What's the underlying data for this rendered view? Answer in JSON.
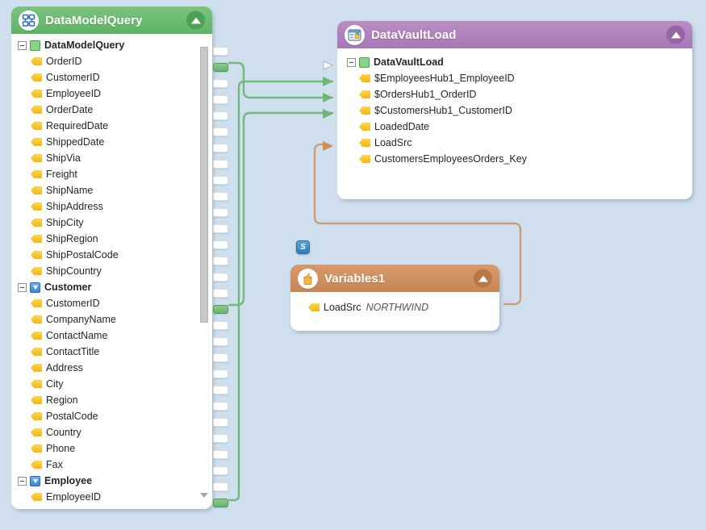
{
  "canvas": {
    "background": "#cfdfed"
  },
  "nodes": {
    "data_model_query": {
      "title": "DataModelQuery",
      "icon": "data-model-icon",
      "header_color": "#5cb464",
      "collapse_label": "collapse",
      "root": {
        "label": "DataModelQuery",
        "icon": "green-square-icon"
      },
      "items": [
        {
          "label": "OrderID",
          "level": 1,
          "type": "field",
          "connected": true
        },
        {
          "label": "CustomerID",
          "level": 1,
          "type": "field",
          "connected": false
        },
        {
          "label": "EmployeeID",
          "level": 1,
          "type": "field",
          "connected": false
        },
        {
          "label": "OrderDate",
          "level": 1,
          "type": "field",
          "connected": false
        },
        {
          "label": "RequiredDate",
          "level": 1,
          "type": "field",
          "connected": false
        },
        {
          "label": "ShippedDate",
          "level": 1,
          "type": "field",
          "connected": false
        },
        {
          "label": "ShipVia",
          "level": 1,
          "type": "field",
          "connected": false
        },
        {
          "label": "Freight",
          "level": 1,
          "type": "field",
          "connected": false
        },
        {
          "label": "ShipName",
          "level": 1,
          "type": "field",
          "connected": false
        },
        {
          "label": "ShipAddress",
          "level": 1,
          "type": "field",
          "connected": false
        },
        {
          "label": "ShipCity",
          "level": 1,
          "type": "field",
          "connected": false
        },
        {
          "label": "ShipRegion",
          "level": 1,
          "type": "field",
          "connected": false
        },
        {
          "label": "ShipPostalCode",
          "level": 1,
          "type": "field",
          "connected": false
        },
        {
          "label": "ShipCountry",
          "level": 1,
          "type": "field",
          "connected": false
        },
        {
          "label": "Customer",
          "level": 0,
          "type": "entity",
          "connected": false
        },
        {
          "label": "CustomerID",
          "level": 1,
          "type": "field",
          "connected": true
        },
        {
          "label": "CompanyName",
          "level": 1,
          "type": "field",
          "connected": false
        },
        {
          "label": "ContactName",
          "level": 1,
          "type": "field",
          "connected": false
        },
        {
          "label": "ContactTitle",
          "level": 1,
          "type": "field",
          "connected": false
        },
        {
          "label": "Address",
          "level": 1,
          "type": "field",
          "connected": false
        },
        {
          "label": "City",
          "level": 1,
          "type": "field",
          "connected": false
        },
        {
          "label": "Region",
          "level": 1,
          "type": "field",
          "connected": false
        },
        {
          "label": "PostalCode",
          "level": 1,
          "type": "field",
          "connected": false
        },
        {
          "label": "Country",
          "level": 1,
          "type": "field",
          "connected": false
        },
        {
          "label": "Phone",
          "level": 1,
          "type": "field",
          "connected": false
        },
        {
          "label": "Fax",
          "level": 1,
          "type": "field",
          "connected": false
        },
        {
          "label": "Employee",
          "level": 0,
          "type": "entity",
          "connected": false
        },
        {
          "label": "EmployeeID",
          "level": 1,
          "type": "field",
          "connected": true
        }
      ],
      "scrollbar": {
        "up_arrow": "scroll-up",
        "down_arrow": "scroll-down"
      }
    },
    "data_vault_load": {
      "title": "DataVaultLoad",
      "icon": "table-load-icon",
      "header_color": "#a878b6",
      "collapse_label": "collapse",
      "root": {
        "label": "DataVaultLoad",
        "icon": "green-square-icon"
      },
      "items": [
        {
          "label": "$EmployeesHub1_EmployeeID",
          "connected": true
        },
        {
          "label": "$OrdersHub1_OrderID",
          "connected": true
        },
        {
          "label": "$CustomersHub1_CustomerID",
          "connected": true
        },
        {
          "label": "LoadedDate",
          "connected": false
        },
        {
          "label": "LoadSrc",
          "connected": true
        },
        {
          "label": "CustomersEmployeesOrders_Key",
          "connected": false
        }
      ]
    },
    "variables": {
      "title": "Variables1",
      "icon": "variable-bag-icon",
      "header_color": "#c88755",
      "collapse_label": "collapse",
      "badge": "S",
      "items": [
        {
          "label": "LoadSrc",
          "value": "NORTHWIND"
        }
      ]
    }
  },
  "wire_colors": {
    "green": "#73b97a",
    "orange": "#cf9a6e"
  }
}
